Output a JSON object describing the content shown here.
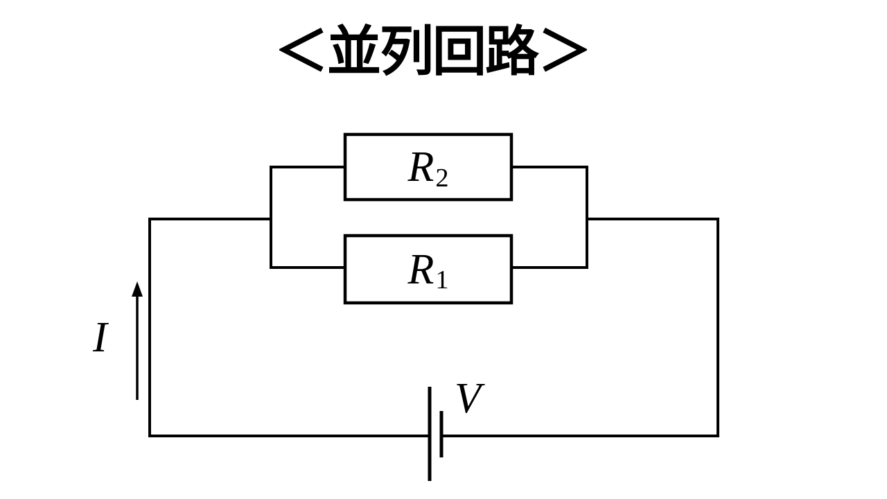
{
  "title": "＜並列回路＞",
  "colors": {
    "stroke": "#000000",
    "background": "#ffffff"
  },
  "circuit": {
    "type": "parallel",
    "resistor_top": {
      "label": "R",
      "subscript": "2"
    },
    "resistor_bottom": {
      "label": "R",
      "subscript": "1"
    },
    "battery": {
      "label": "V"
    },
    "current": {
      "label": "I",
      "direction": "up"
    }
  }
}
